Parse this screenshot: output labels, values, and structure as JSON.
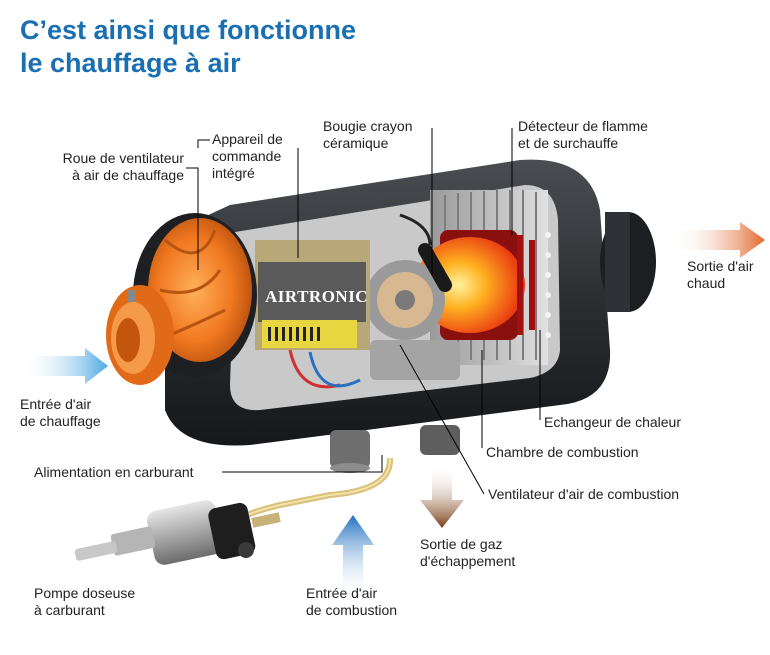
{
  "title": {
    "line1": "C’est ainsi que fonctionne",
    "line2": "le chauffage à air"
  },
  "brand": "AIRTRONIC",
  "labels": {
    "fan_wheel": [
      "Roue de ventilateur",
      "à air de chauffage"
    ],
    "control_unit": [
      "Appareil de",
      "commande",
      "intégré"
    ],
    "glow_plug": [
      "Bougie crayon",
      "céramique"
    ],
    "flame_detector": [
      "Détecteur de flamme",
      "et de surchauffe"
    ],
    "hot_air_out": [
      "Sortie d'air",
      "chaud"
    ],
    "heating_air_in": [
      "Entrée d'air",
      "de chauffage"
    ],
    "heat_exchanger": [
      "Echangeur de chaleur"
    ],
    "combustion_chamber": [
      "Chambre de combustion"
    ],
    "fuel_supply": [
      "Alimentation en carburant"
    ],
    "combustion_fan": [
      "Ventilateur d'air de combustion"
    ],
    "fuel_pump": [
      "Pompe doseuse",
      "à carburant"
    ],
    "combustion_air_in": [
      "Entrée d'air",
      "de combustion"
    ],
    "exhaust_out": [
      "Sortie de gaz",
      "d'échappement"
    ]
  },
  "colors": {
    "title": "#1a6fb3",
    "hot_air": "#e0662a",
    "cold_air": "#4aa8e0",
    "exhaust": "#8a4a1c",
    "fan": "#f07820",
    "housing": "#2b2e31"
  }
}
